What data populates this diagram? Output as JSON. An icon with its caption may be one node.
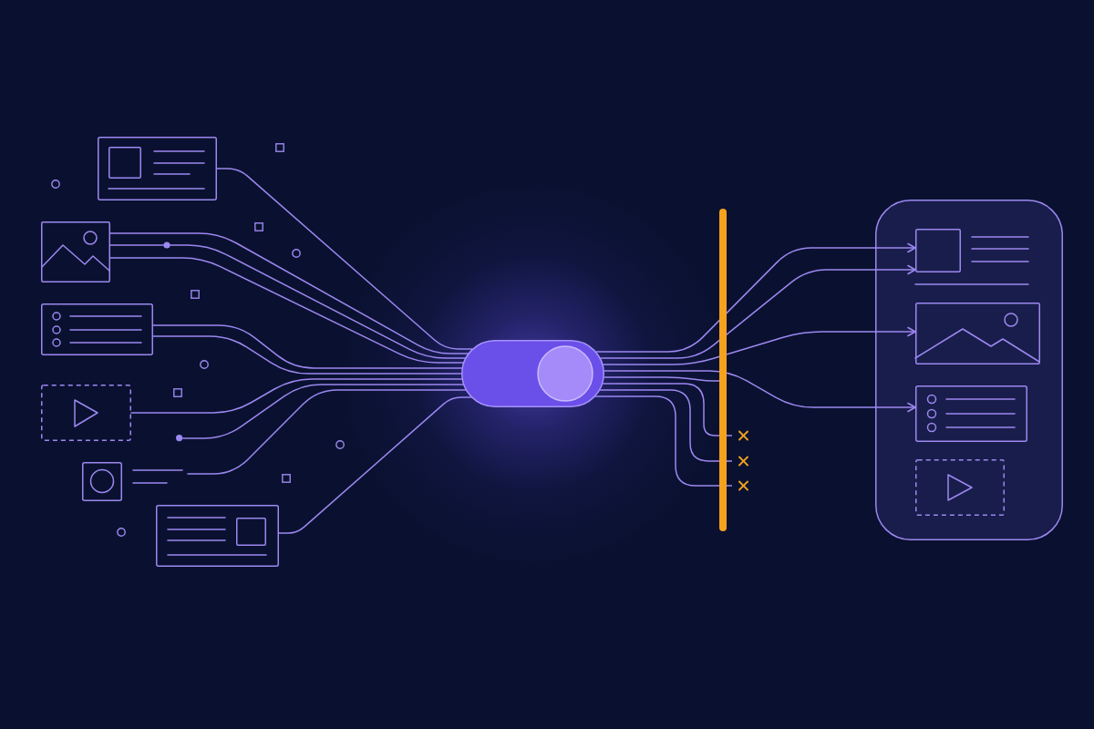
{
  "diagram": {
    "nodes": [
      {
        "text": [],
        "shape": "box"
      },
      {
        "text": [],
        "shape": "picture"
      },
      {
        "text": [],
        "shape": "box"
      },
      {
        "text": [],
        "shape": "box"
      },
      {
        "text": [],
        "shape": "circle"
      },
      {
        "text": [],
        "shape": "box"
      },
      {
        "text": [],
        "shape": "box"
      },
      {
        "text": [],
        "shape": "toggle"
      },
      {
        "text": [],
        "shape": "bar"
      },
      {
        "text": [],
        "shape": "box"
      },
      {
        "text": [],
        "shape": "picture",
        "in": 9
      },
      {
        "text": [],
        "shape": "picture",
        "in": 9
      },
      {
        "text": [],
        "shape": "box",
        "in": 9
      },
      {
        "text": [],
        "shape": "box",
        "in": 9
      }
    ],
    "edges": [
      {
        "from": 0,
        "to": 7,
        "arrow": "none"
      },
      {
        "from": 1,
        "to": 7,
        "arrow": "none"
      },
      {
        "from": 1,
        "to": 7,
        "arrow": "none"
      },
      {
        "from": 1,
        "to": 7,
        "arrow": "none"
      },
      {
        "from": 2,
        "to": 7,
        "arrow": "none"
      },
      {
        "from": 2,
        "to": 7,
        "arrow": "none"
      },
      {
        "from": 3,
        "to": 7,
        "arrow": "none"
      },
      {
        "from": 4,
        "to": 7,
        "arrow": "none"
      },
      {
        "from": 5,
        "to": 7,
        "arrow": "none"
      },
      {
        "from": 6,
        "to": 7,
        "arrow": "none"
      },
      {
        "from": 7,
        "to": 10,
        "arrow": "to"
      },
      {
        "from": 7,
        "to": 10,
        "arrow": "to"
      },
      {
        "from": 7,
        "to": 11,
        "arrow": "to"
      },
      {
        "from": 7,
        "to": 12,
        "arrow": "to"
      },
      {
        "from": 7,
        "to": 8,
        "arrow": "none"
      },
      {
        "from": 7,
        "to": 8,
        "arrow": "other"
      },
      {
        "from": 7,
        "to": 8,
        "arrow": "other"
      },
      {
        "from": 7,
        "to": 8,
        "arrow": "other"
      }
    ]
  }
}
